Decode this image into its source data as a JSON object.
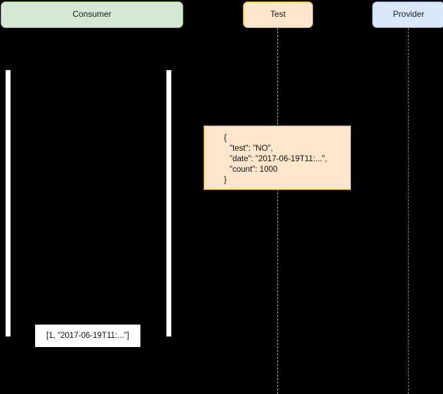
{
  "diagram": {
    "type": "sequence-diagram",
    "background_color": "#000000"
  },
  "participants": [
    {
      "id": "consumer",
      "label": "Consumer",
      "fill": "#d5e8d4",
      "stroke": "#82b366",
      "lifeline_style": "none"
    },
    {
      "id": "test",
      "label": "Test",
      "fill": "#ffe6cc",
      "stroke": "#d79b00",
      "lifeline_style": "dashed",
      "lifeline_color": "#e8a33d"
    },
    {
      "id": "provider",
      "label": "Provider",
      "fill": "#dae8fc",
      "stroke": "#6c8ebf",
      "lifeline_style": "dashed",
      "lifeline_color": "#6c8ebf"
    }
  ],
  "activations": [
    {
      "id": "activation-left",
      "color": "#ffffff"
    },
    {
      "id": "activation-right",
      "color": "#ffffff"
    }
  ],
  "notes": {
    "json_payload": {
      "fill": "#ffe6cc",
      "stroke": "#d79b00",
      "lines": [
        "{",
        "\"test\": \"NO\",",
        "\"date\": \"2017-06-19T11:...\",",
        "\"count\": 1000",
        "}"
      ]
    },
    "result": {
      "fill": "#ffffff",
      "text": "[1, \"2017-06-19T11:...\"]"
    }
  }
}
